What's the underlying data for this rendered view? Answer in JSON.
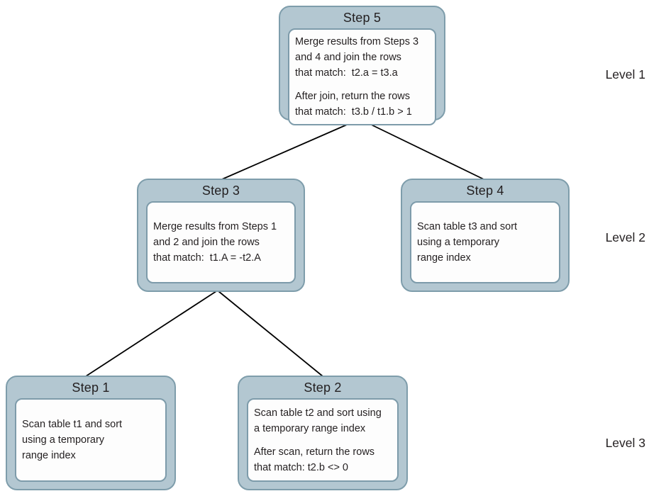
{
  "diagram_type": "query-execution-plan-tree",
  "colors": {
    "node_fill": "#b3c7d1",
    "node_border": "#7e9dab",
    "body_fill": "#fdfdfd",
    "body_border": "#7d9baa",
    "connector": "#000000",
    "text": "#231f20"
  },
  "levels": [
    {
      "label": "Level 1"
    },
    {
      "label": "Level 2"
    },
    {
      "label": "Level 3"
    }
  ],
  "nodes": {
    "step5": {
      "title": "Step 5",
      "level": "Level 1",
      "paragraphs": [
        "Merge results from Steps 3\nand 4 and join the rows\nthat match:  t2.a = t3.a",
        "After join, return the rows\nthat match:  t3.b / t1.b > 1"
      ]
    },
    "step3": {
      "title": "Step 3",
      "level": "Level 2",
      "paragraphs": [
        "Merge results from Steps 1\nand 2 and join the rows\nthat match:  t1.A = -t2.A"
      ]
    },
    "step4": {
      "title": "Step 4",
      "level": "Level 2",
      "paragraphs": [
        "Scan table t3 and sort\nusing a temporary\nrange index"
      ]
    },
    "step1": {
      "title": "Step 1",
      "level": "Level 3",
      "paragraphs": [
        "Scan table t1 and sort\nusing a temporary\nrange index"
      ]
    },
    "step2": {
      "title": "Step 2",
      "level": "Level 3",
      "paragraphs": [
        "Scan table t2 and sort using\na temporary range index",
        "After scan, return the rows\nthat match: t2.b <> 0"
      ]
    }
  },
  "edges": [
    {
      "from": "step5",
      "to": "step3"
    },
    {
      "from": "step5",
      "to": "step4"
    },
    {
      "from": "step3",
      "to": "step1"
    },
    {
      "from": "step3",
      "to": "step2"
    }
  ]
}
